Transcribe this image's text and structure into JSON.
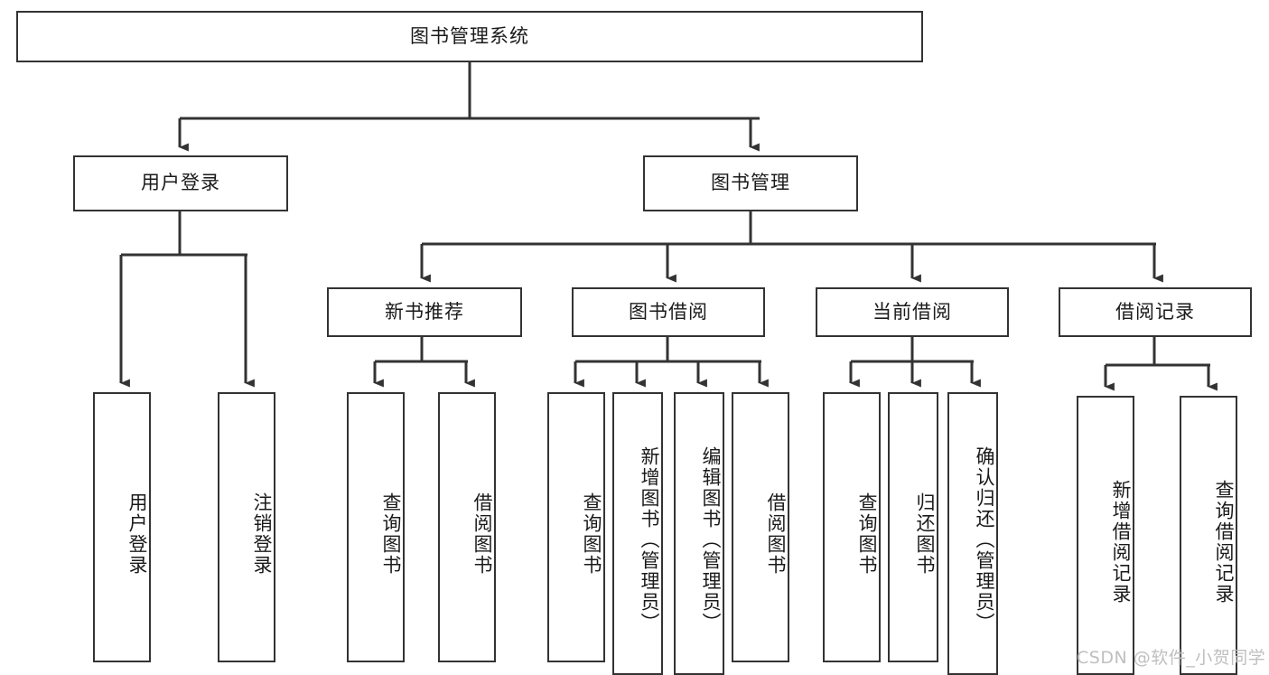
{
  "diagram": {
    "type": "tree-hierarchy",
    "title": "图书管理系统",
    "orientation": "top-down",
    "box_fill": "#ffffff",
    "box_stroke": "#333333",
    "connector_color": "#333333",
    "text_color": "#1a1a1a"
  },
  "root": {
    "label": "图书管理系统"
  },
  "level2": [
    {
      "label": "用户登录"
    },
    {
      "label": "图书管理"
    }
  ],
  "level3": [
    {
      "label": "新书推荐"
    },
    {
      "label": "图书借阅"
    },
    {
      "label": "当前借阅"
    },
    {
      "label": "借阅记录"
    }
  ],
  "leaves": {
    "user_login": [
      {
        "label": "用户登录"
      },
      {
        "label": "注销登录"
      }
    ],
    "new_book_recommend": [
      {
        "label": "查询图书"
      },
      {
        "label": "借阅图书"
      }
    ],
    "book_borrow": [
      {
        "label": "查询图书"
      },
      {
        "label": "新增图书（管理员）"
      },
      {
        "label": "编辑图书（管理员）"
      },
      {
        "label": "借阅图书"
      }
    ],
    "current_borrow": [
      {
        "label": "查询图书"
      },
      {
        "label": "归还图书"
      },
      {
        "label": "确认归还（管理员）"
      }
    ],
    "borrow_record": [
      {
        "label": "新增借阅记录"
      },
      {
        "label": "查询借阅记录"
      }
    ]
  },
  "watermark": {
    "text": "CSDN @软件_小贺同学"
  }
}
